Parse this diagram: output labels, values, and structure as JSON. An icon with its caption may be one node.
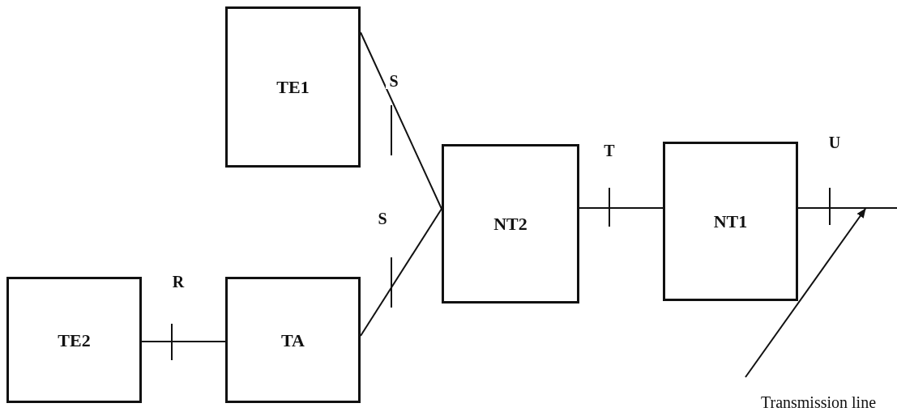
{
  "diagram": {
    "nodes": [
      {
        "text": [
          "TE1"
        ]
      },
      {
        "text": [
          "NT2"
        ]
      },
      {
        "text": [
          "NT1"
        ]
      },
      {
        "text": [
          "TE2"
        ]
      },
      {
        "text": [
          "TA"
        ]
      },
      {
        "text": [
          "Transmission line"
        ]
      }
    ],
    "edges": [
      {
        "from": 0,
        "to": 1,
        "arrow": "none",
        "label": "S"
      },
      {
        "from": 4,
        "to": 1,
        "arrow": "none",
        "label": "S"
      },
      {
        "from": 1,
        "to": 2,
        "arrow": "none",
        "label": "T"
      },
      {
        "from": 2,
        "to": null,
        "arrow": "none",
        "label": "U"
      },
      {
        "from": 3,
        "to": 4,
        "arrow": "none",
        "label": "R"
      },
      {
        "from": 5,
        "to": null,
        "arrow": "to"
      }
    ]
  }
}
